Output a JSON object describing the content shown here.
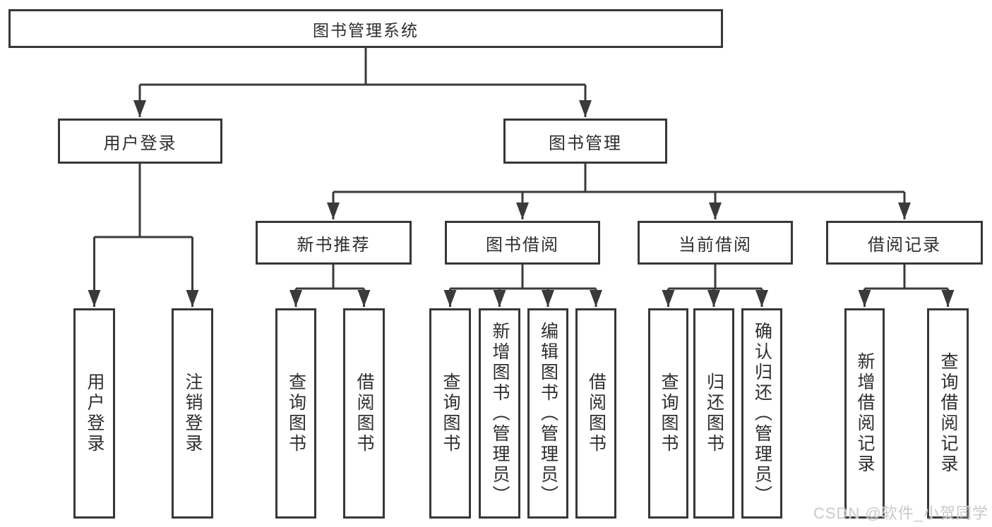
{
  "nodes": {
    "root": "图书管理系统",
    "user_login": "用户登录",
    "book_mgmt": "图书管理",
    "new_book_rec": "新书推荐",
    "book_borrow": "图书借阅",
    "current_borrow": "当前借阅",
    "borrow_records": "借阅记录",
    "leaf_user_login": "用户登录",
    "leaf_logout": "注销登录",
    "leaf_rec_query": "查询图书",
    "leaf_rec_borrow": "借阅图书",
    "leaf_bb_query": "查询图书",
    "leaf_bb_add": "新增图书（管理员）",
    "leaf_bb_edit": "编辑图书（管理员）",
    "leaf_bb_borrow": "借阅图书",
    "leaf_cb_query": "查询图书",
    "leaf_cb_return": "归还图书",
    "leaf_cb_confirm": "确认归还（管理员）",
    "leaf_br_add": "新增借阅记录",
    "leaf_br_query": "查询借阅记录"
  },
  "watermark": "CSDN @软件_小贺同学",
  "colors": {
    "box_border": "#373737",
    "connector": "#3a3a3a",
    "text": "#2e2e2e",
    "background": "#ffffff",
    "watermark": "#c9c9c9"
  }
}
